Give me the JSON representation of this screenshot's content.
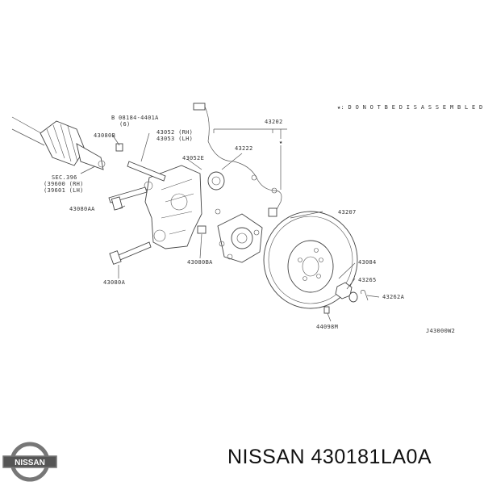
{
  "diagram": {
    "note": "★: D O  N O T  B E  D I S A S S E M B L E D .",
    "drawing_code": "J43000W2",
    "labels": {
      "l43202": "43202",
      "l43222": "43222",
      "l43207": "43207",
      "l43084": "43084",
      "l43265": "43265",
      "l43262A": "43262A",
      "l44098M": "44098M",
      "l43080B": "43080B",
      "l43080AA": "43080AA",
      "l43080A": "43080A",
      "l43080BA": "43080BA",
      "l43052E": "43052E",
      "l43052rh": "43052 (RH)",
      "l43053lh": "43053 (LH)",
      "l08184": "B 08184-4401A",
      "l08184qty": "(6)",
      "lsec": "SEC.396",
      "l39600": "(39600 (RH)",
      "l39601": "(39601 (LH)"
    },
    "star": "★"
  },
  "footer": {
    "brand_logo_text": "NISSAN",
    "part_title": "NISSAN 430181LA0A"
  }
}
